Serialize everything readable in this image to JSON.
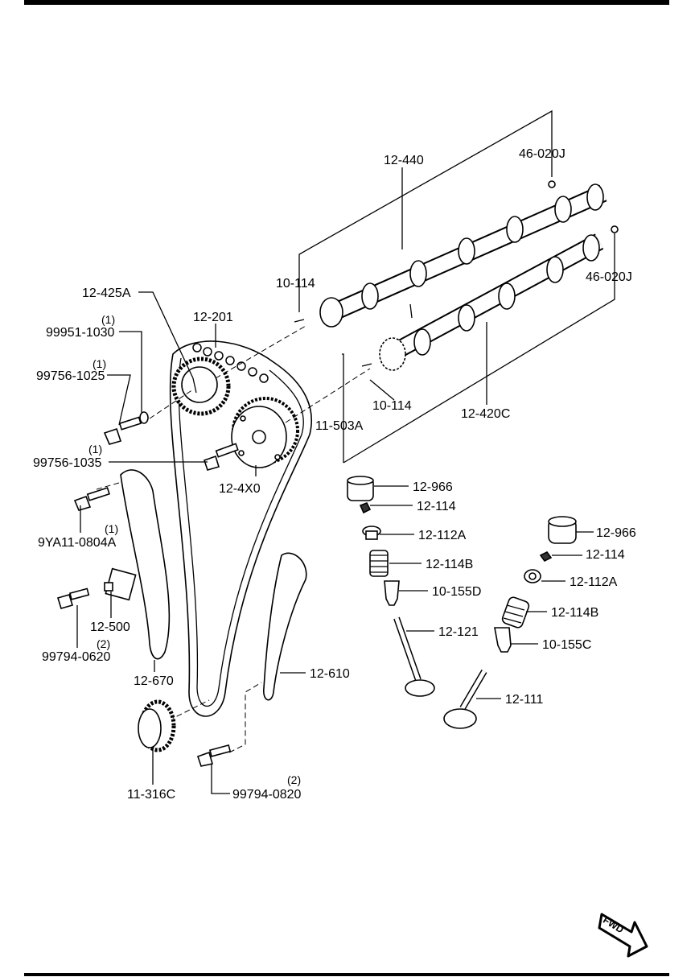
{
  "diagram": {
    "title": "Camshaft, Timing Chain & Valve System",
    "labels": {
      "plug_upper": "46-020J",
      "exhaust_camshaft": "12-440",
      "pin_upper": "10-114",
      "plug_lower": "46-020J",
      "intake_sprocket": "12-425A",
      "timing_chain": "12-201",
      "washer": "99951-1030",
      "washer_qty": "(1)",
      "bolt_1025": "99756-1025",
      "bolt_1025_qty": "(1)",
      "pin_lower": "10-114",
      "intake_camshaft": "12-420C",
      "knock_pin": "11-503A",
      "bolt_1035": "99756-1035",
      "bolt_1035_qty": "(1)",
      "variable_valve_timing": "12-4X0",
      "tappet_left": "12-966",
      "keeper_left": "12-114",
      "retainer_left": "12-112A",
      "tappet_right": "12-966",
      "bolt_0804": "9YA11-0804A",
      "bolt_0804_qty": "(1)",
      "keeper_right": "12-114",
      "spring_left": "12-114B",
      "retainer_right": "12-112A",
      "seal_left": "10-155D",
      "spring_right": "12-114B",
      "tensioner": "12-500",
      "exhaust_valve": "12-121",
      "seal_right": "10-155C",
      "bolt_0620": "99794-0620",
      "bolt_0620_qty": "(2)",
      "tensioner_arm": "12-670",
      "chain_guide": "12-610",
      "intake_valve": "12-111",
      "crank_sprocket": "11-316C",
      "bolt_0820": "99794-0820",
      "bolt_0820_qty": "(2)"
    },
    "fwd_arrow": "FWD"
  }
}
